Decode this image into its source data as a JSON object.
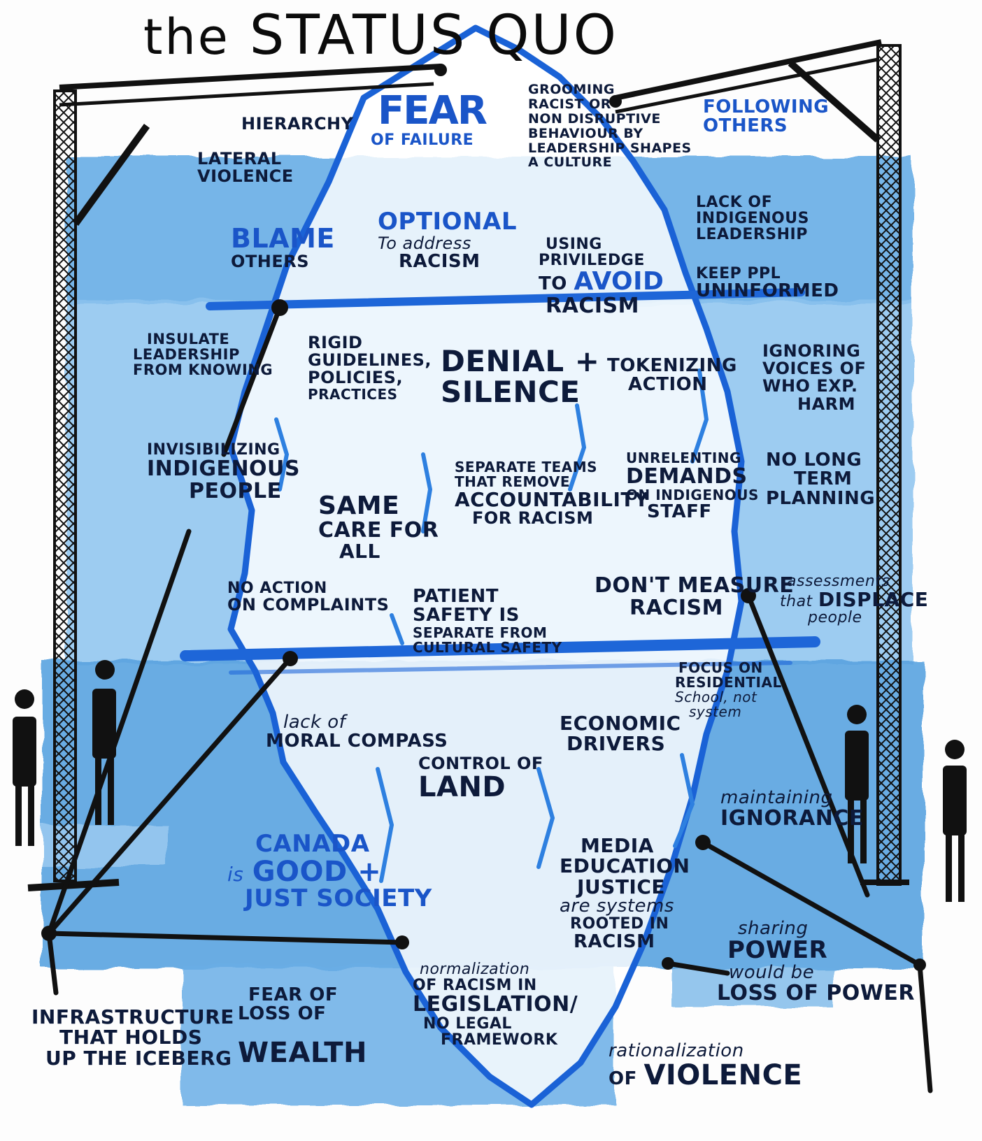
{
  "title": {
    "pre": "the",
    "main": "STATUS QUO"
  },
  "labels": {
    "hierarchy": "HIERARCHY",
    "fear": "FEAR",
    "of_failure": "OF FAILURE",
    "grooming_1": "GROOMING",
    "grooming_2": "RACIST OR",
    "grooming_3": "NON DISRUPTIVE",
    "grooming_4": "BEHAVIOUR BY",
    "grooming_5": "LEADERSHIP SHAPES",
    "grooming_6": "A CULTURE",
    "following_1": "FOLLOWING",
    "following_2": "OTHERS",
    "lateral_1": "LATERAL",
    "lateral_2": "VIOLENCE",
    "lack_ind_1": "LACK OF",
    "lack_ind_2": "INDIGENOUS",
    "lack_ind_3": "LEADERSHIP",
    "blame_1": "BLAME",
    "blame_2": "OTHERS",
    "optional_1": "OPTIONAL",
    "optional_2": "To address",
    "optional_3": "RACISM",
    "using_1": "USING",
    "using_2": "PRIVILEDGE",
    "using_3": "To",
    "using_4": "AVOID",
    "using_5": "RACISM",
    "keep_1": "KEEP PPL",
    "keep_2": "UNINFORMED",
    "insulate_1": "INSULATE",
    "insulate_2": "LEADERSHIP",
    "insulate_3": "FROM KNOWING",
    "rigid_1": "RIGID",
    "rigid_2": "GUIDELINES,",
    "rigid_3": "POLICIES,",
    "rigid_4": "PRACTICES",
    "denial_1": "DENIAL +",
    "denial_2": "SILENCE",
    "tokenizing_1": "TOKENIZING",
    "tokenizing_2": "ACTION",
    "ignoring_1": "IGNORING",
    "ignoring_2": "VOICES OF",
    "ignoring_3": "WHO EXP.",
    "ignoring_4": "HARM",
    "invis_1": "INVISIBILIZING",
    "invis_2": "INDIGENOUS",
    "invis_3": "PEOPLE",
    "separate_1": "SEPARATE TEAMS",
    "separate_2": "THAT REMOVE",
    "separate_3": "ACCOUNTABILITY",
    "separate_4": "FOR RACISM",
    "unrelenting_1": "UNRELENTING",
    "unrelenting_2": "DEMANDS",
    "unrelenting_3": "ON INDIGENOUS",
    "unrelenting_4": "STAFF",
    "nolong_1": "NO LONG",
    "nolong_2": "TERM",
    "nolong_3": "PLANNING",
    "same_1": "SAME",
    "same_2": "CARE for",
    "same_3": "All",
    "noaction_1": "NO ACTION",
    "noaction_2": "ON COMPLAINTS",
    "patient_1": "PATIENT",
    "patient_2": "SAFETY is",
    "patient_3": "SEPARATE FROM",
    "patient_4": "CULTURAL SAFETY",
    "dont_1": "DON'T MEASURE",
    "dont_2": "RACISM",
    "assess_1": "assessments",
    "assess_2": "that",
    "assess_3": "DISPLACE",
    "assess_4": "people",
    "focus_1": "FOCUS ON",
    "focus_2": "RESIDENTIAL",
    "focus_3": "School, not",
    "focus_4": "system",
    "moral_1": "lack of",
    "moral_2": "MORAL COMPASS",
    "economic_1": "ECONOMIC",
    "economic_2": "DRIVERS",
    "control_1": "CONTROL OF",
    "control_2": "LAND",
    "maintain_1": "maintaining",
    "maintain_2": "IGNORANCE",
    "canada_1": "CANADA",
    "canada_2": "is",
    "canada_3": "GOOD +",
    "canada_4": "JUST SOCIETY",
    "media_1": "MEDIA",
    "media_2": "EDUCATION",
    "media_3": "JUSTICE",
    "media_4": "are systems",
    "media_5": "ROOTED IN",
    "media_6": "RACISM",
    "sharing_1": "sharing",
    "sharing_2": "POWER",
    "sharing_3": "would be",
    "sharing_4": "LOSS of POWER",
    "normal_1": "normalization",
    "normal_2": "of RACISM in",
    "normal_3": "LEGISLATION/",
    "normal_4": "no LEGAL",
    "normal_5": "FRAMEWORK",
    "fearloss_1": "FEAR OF",
    "fearloss_2": "LOSS OF",
    "fearloss_3": "WEALTH",
    "infra_1": "INFRASTRUCTURE",
    "infra_2": "THAT HOLDS",
    "infra_3": "UP the ICEBERG",
    "ration_1": "rationalization",
    "ration_2": "OF",
    "ration_3": "VIOLENCE"
  },
  "colors": {
    "water": "#4a98dc",
    "water_light": "#8cc3ee",
    "iceberg_outline": "#1a62d6",
    "ink": "#0d1a3a",
    "accent": "#1a55c8"
  }
}
